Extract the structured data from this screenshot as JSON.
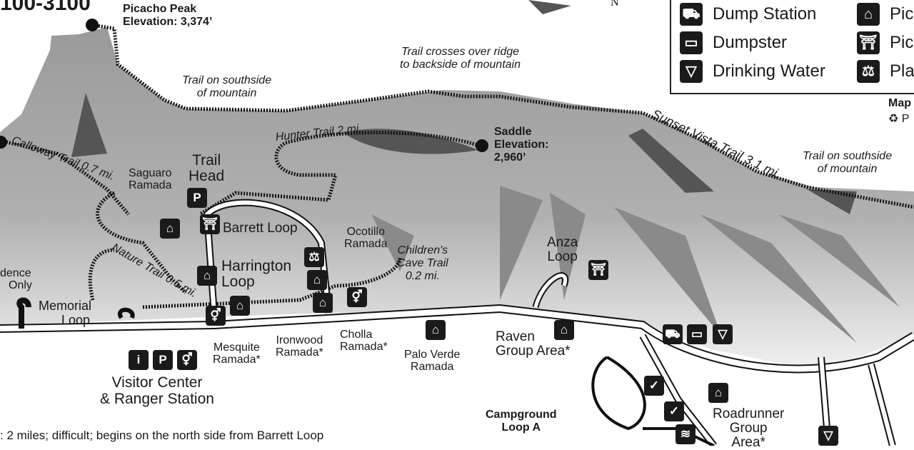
{
  "header_fragment": "100-3100",
  "peak": {
    "name": "Picacho Peak",
    "elevation": "Elevation: 3,374’"
  },
  "saddle": {
    "name": "Saddle",
    "elevation": "Elevation:",
    "value": "2,960’"
  },
  "notes": {
    "ridge": [
      "Trail crosses over ridge",
      "to backside of mountain"
    ],
    "southside_left": [
      "Trail on southside",
      "of mountain"
    ],
    "southside_right": [
      "Trail on southside",
      "of mountain"
    ]
  },
  "compass": "N",
  "trails": {
    "calloway": "Calloway Trail 0.7 mi.",
    "hunter": "Hunter Trail 2 mi.",
    "sunset": "Sunset Vista Trail 3.1 mi.",
    "nature": "Nature Trail 0.5 mi.",
    "childrens": [
      "Children's",
      "Cave Trail",
      "0.2 mi."
    ]
  },
  "places": {
    "trail_head": [
      "Trail",
      "Head"
    ],
    "saguaro": [
      "Saguaro",
      "Ramada"
    ],
    "barrett": "Barrett Loop",
    "ocotillo": [
      "Ocotillo",
      "Ramada"
    ],
    "harrington": [
      "Harrington",
      "Loop"
    ],
    "residence": [
      "dence",
      "Only"
    ],
    "memorial": [
      "Memorial",
      "Loop"
    ],
    "mesquite": [
      "Mesquite",
      "Ramada*"
    ],
    "ironwood": [
      "Ironwood",
      "Ramada*"
    ],
    "cholla": [
      "Cholla",
      "Ramada*"
    ],
    "palo_verde": [
      "Palo Verde",
      "Ramada"
    ],
    "anza": [
      "Anza",
      "Loop"
    ],
    "raven": [
      "Raven",
      "Group Area*"
    ],
    "visitor": [
      "Visitor Center",
      "& Ranger Station"
    ],
    "campground": [
      "Campground",
      "Loop A"
    ],
    "roadrunner": [
      "Roadrunner",
      "Group",
      "Area*"
    ]
  },
  "legend": {
    "items": [
      {
        "label": "Dump Station",
        "icon": "dump-station-icon"
      },
      {
        "label": "Dumpster",
        "icon": "dumpster-icon"
      },
      {
        "label": "Drinking Water",
        "icon": "drinking-water-icon"
      },
      {
        "label": "Pic",
        "icon": "picnic-ramada-icon"
      },
      {
        "label": "Pic",
        "icon": "picnic-table-icon"
      },
      {
        "label": "Pla",
        "icon": "playground-icon"
      }
    ],
    "map_note": "Map",
    "recycled": "P"
  },
  "footer_text": ": 2 miles; difficult; begins on the north side from Barrett Loop",
  "icons": {
    "parking": "P"
  }
}
